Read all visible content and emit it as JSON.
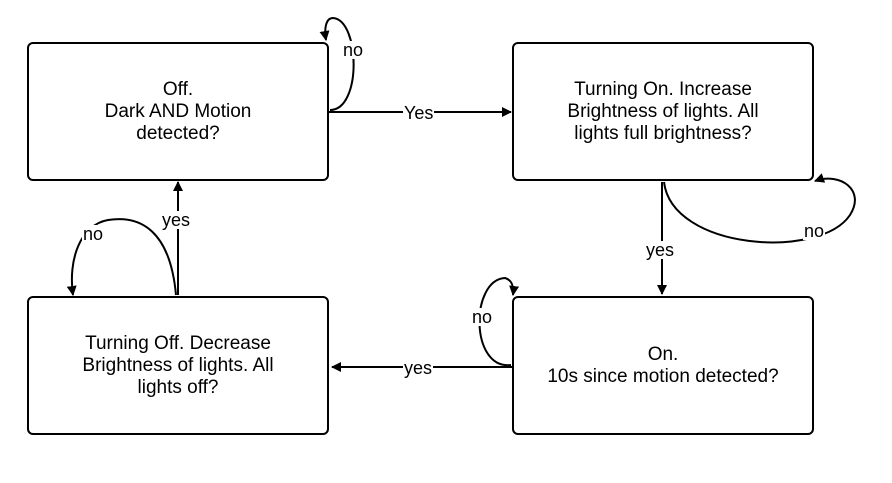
{
  "states": {
    "off": "Off.\nDark AND Motion\ndetected?",
    "turning_on": "Turning On. Increase\nBrightness of lights. All\nlights full brightness?",
    "on": "On.\n10s since motion detected?",
    "turning_off": "Turning Off. Decrease\nBrightness of lights. All\nlights off?"
  },
  "labels": {
    "off_self": "no",
    "off_to_turning_on": "Yes",
    "turning_on_self": "no",
    "turning_on_to_on": "yes",
    "on_self": "no",
    "on_to_turning_off": "yes",
    "turning_off_self": "no",
    "turning_off_to_off": "yes"
  },
  "colors": {
    "stroke": "#000000",
    "background": "#ffffff"
  }
}
